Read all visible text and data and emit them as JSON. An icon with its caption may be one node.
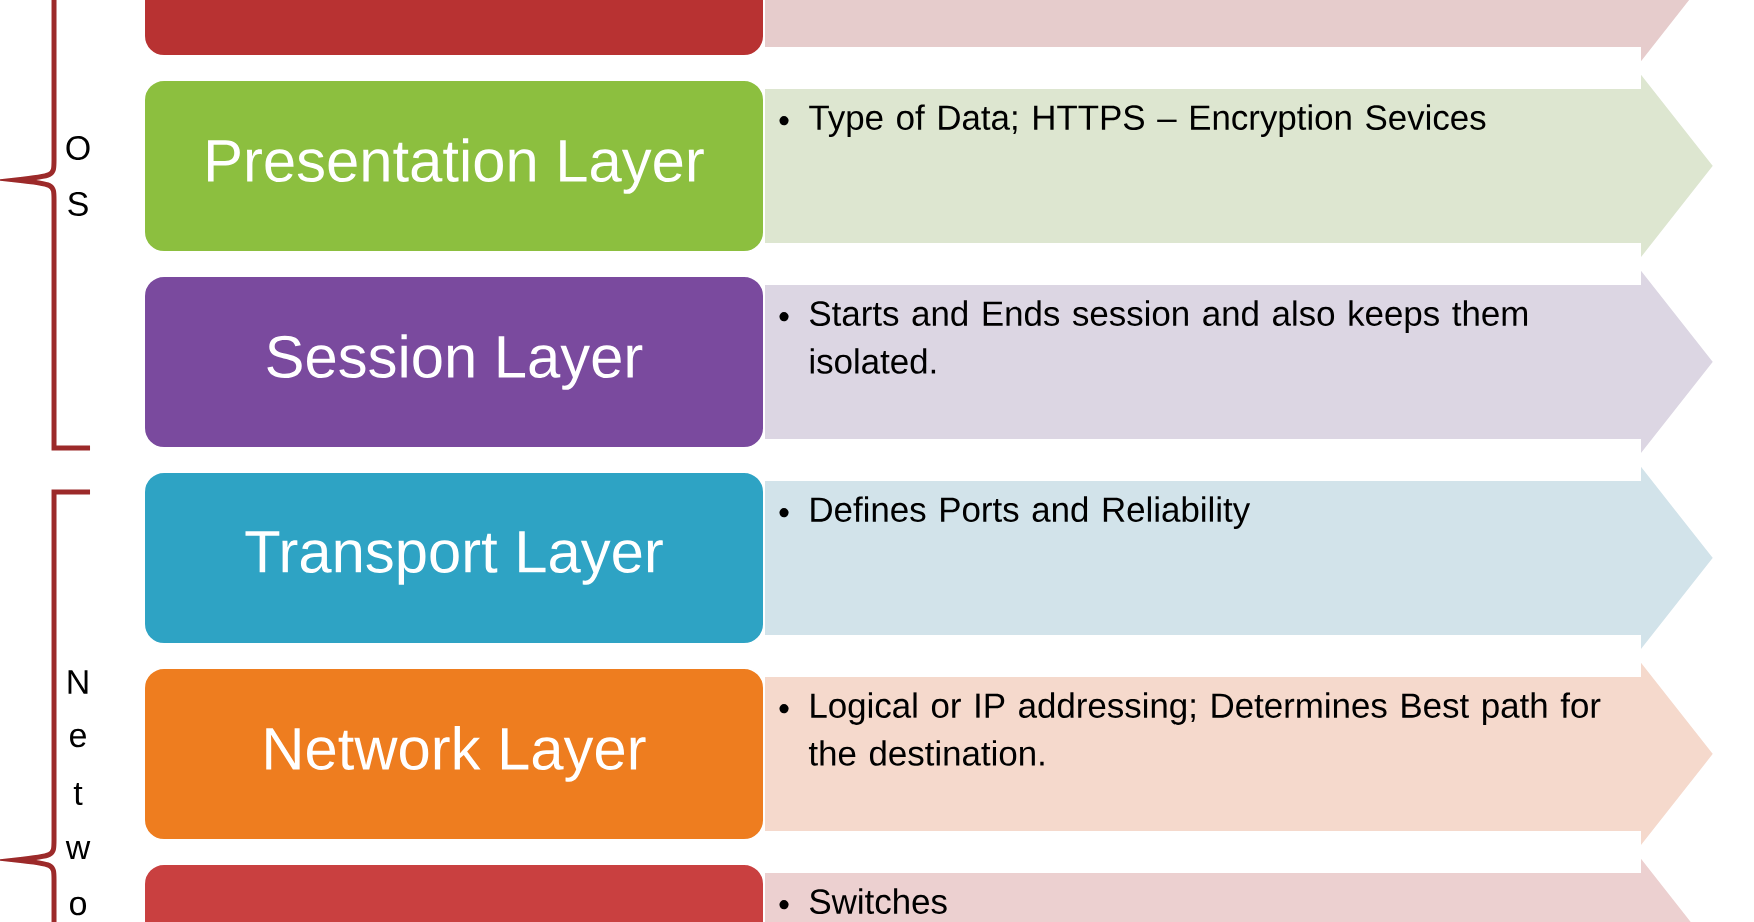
{
  "diagram": {
    "nodes": [
      {
        "text": [],
        "shape": "box"
      },
      {
        "text": [],
        "shape": "pentagon"
      },
      {
        "text": [
          "Presentation Layer"
        ]
      },
      {
        "text": [
          "Type of Data; HTTPS – Encryption Sevices"
        ]
      },
      {
        "text": [
          "Session Layer"
        ]
      },
      {
        "text": [
          "Starts and Ends session and also keeps them isolated."
        ]
      },
      {
        "text": [
          "Transport Layer"
        ]
      },
      {
        "text": [
          "Defines Ports and Reliability"
        ]
      },
      {
        "text": [
          "Network Layer"
        ]
      },
      {
        "text": [
          "Logical or IP addressing; Determines Best path for the destination."
        ]
      },
      {
        "text": [],
        "shape": "box"
      },
      {
        "text": [
          "Switches"
        ]
      }
    ],
    "labels": [
      "•",
      "O",
      "S",
      "•",
      "•",
      "N",
      "•",
      "e",
      "t",
      "w",
      "•",
      "o"
    ]
  }
}
